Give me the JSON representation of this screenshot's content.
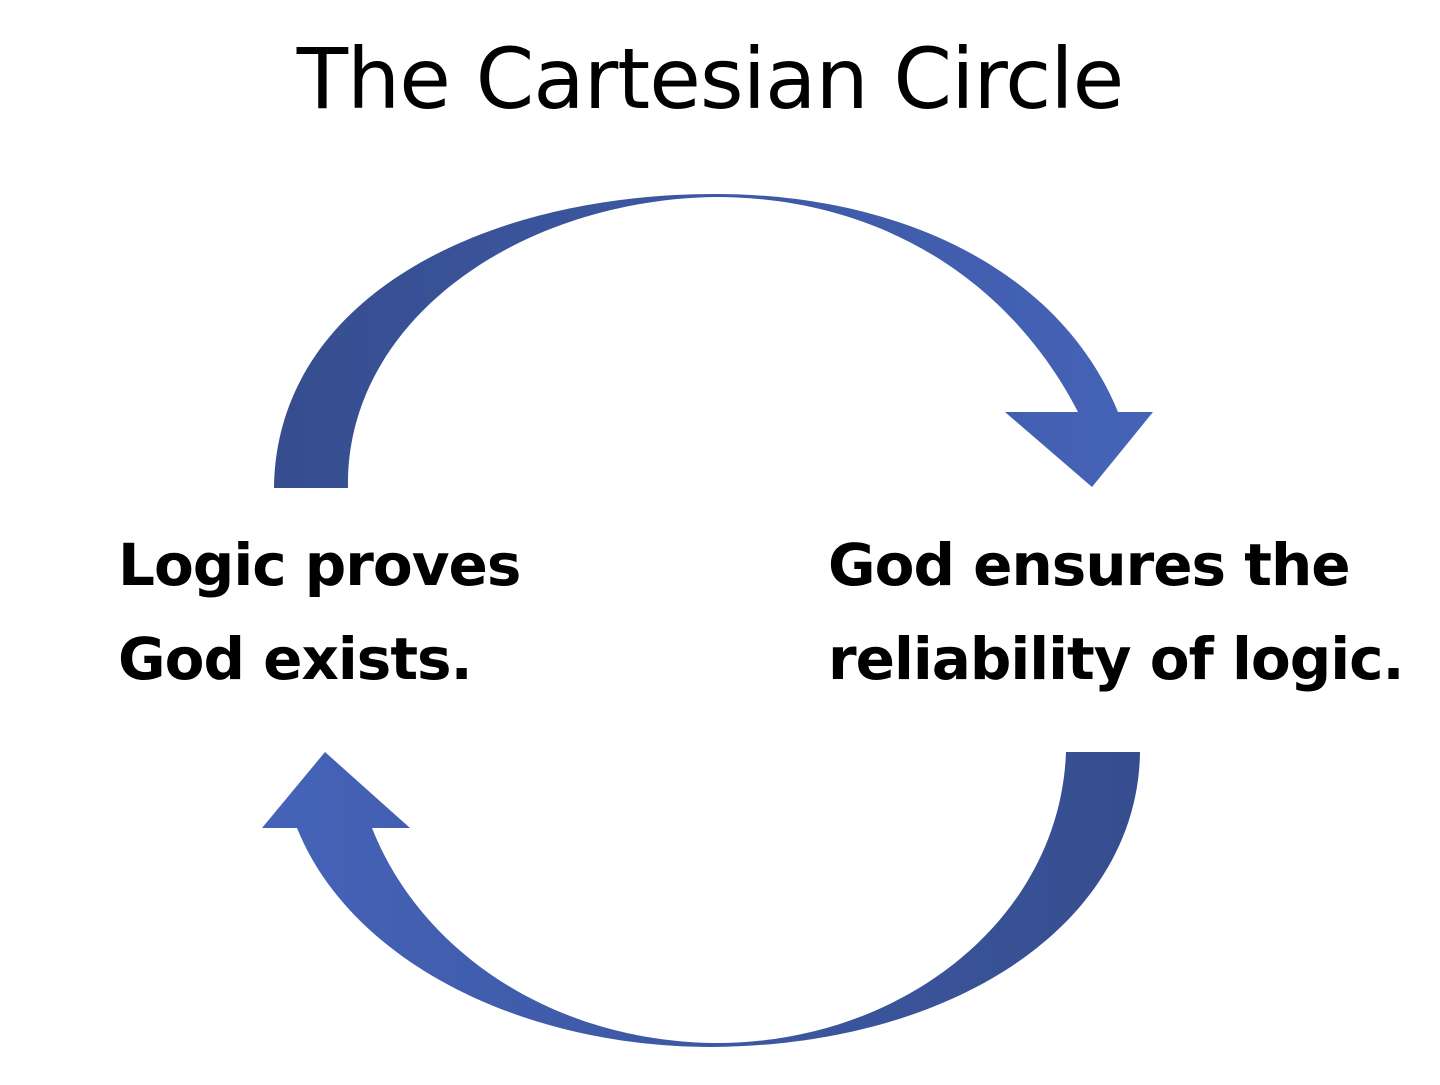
{
  "title": "The Cartesian Circle",
  "nodes": {
    "left": {
      "line1": "Logic proves",
      "line2": "God exists."
    },
    "right": {
      "line1": "God ensures the",
      "line2": "reliability of logic."
    }
  },
  "colors": {
    "arrow_light": "#4563b8",
    "arrow_dark": "#364e8f",
    "text": "#000000",
    "background": "#ffffff"
  },
  "icons": {
    "top_arrow": "curved-arrow-clockwise-icon",
    "bottom_arrow": "curved-arrow-clockwise-icon"
  }
}
